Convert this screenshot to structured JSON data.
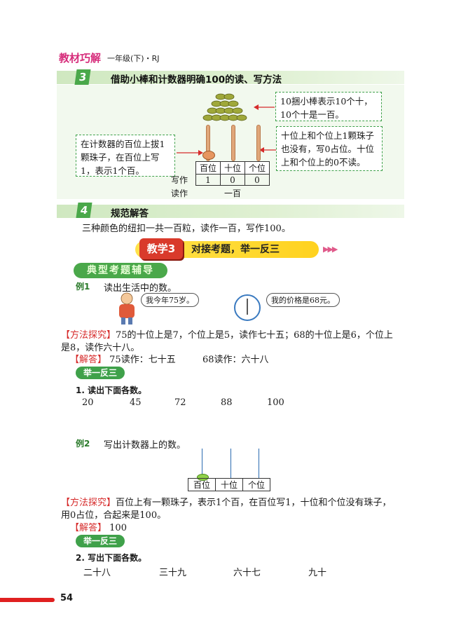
{
  "header": {
    "title": "教材巧解",
    "subtitle": "一年级(下)・RJ"
  },
  "section3": {
    "number": "3",
    "title": "借助小棒和计数器明确100的读、写方法",
    "callout_sticks": "10捆小棒表示10个十，10个十是一百。",
    "callout_left": "在计数器的百位上拔1颗珠子，在百位上写1，表示1个百。",
    "callout_right": "十位上和个位上1颗珠子也没有，写0占位。十位上和个位上的0不读。",
    "table": {
      "headers": [
        "百位",
        "十位",
        "个位"
      ],
      "write_label": "写作",
      "write_values": [
        "1",
        "0",
        "0"
      ],
      "read_label": "读作",
      "read_value": "一百"
    }
  },
  "section4": {
    "number": "4",
    "title": "规范解答",
    "answer": "三种颜色的纽扣一共一百粒，读作一百，写作100。"
  },
  "banner": {
    "tag": "教学3",
    "text": "对接考题，举一反三",
    "arrows": "▶▶▶"
  },
  "typical": {
    "label": "典型考题辅导"
  },
  "example1": {
    "label": "例1",
    "prompt": "读出生活中的数。",
    "bubble_age": "我今年75岁。",
    "bubble_price": "我的价格是68元。",
    "method_label": "【方法探究】",
    "method_text_1": "75的十位上是7，个位上是5，读作七十五；68的十位上是6，个位上",
    "method_text_2": "是8，读作六十八。",
    "answer_label": "【解答】",
    "answer_1": "75读作：七十五",
    "answer_2": "68读作：六十八"
  },
  "practice1": {
    "pill": "举一反三",
    "question": "1. 读出下面各数。",
    "numbers": [
      "20",
      "45",
      "72",
      "88",
      "100"
    ]
  },
  "example2": {
    "label": "例2",
    "prompt": "写出计数器上的数。",
    "headers": [
      "百位",
      "十位",
      "个位"
    ],
    "method_label": "【方法探究】",
    "method_text_1": "百位上有一颗珠子，表示1个百，在百位写1，十位和个位没有珠子，",
    "method_text_2": "用0占位，合起来是100。",
    "answer_label": "【解答】",
    "answer": "100"
  },
  "practice2": {
    "pill": "举一反三",
    "question": "2. 写出下面各数。",
    "words": [
      "二十八",
      "三十九",
      "六十七",
      "九十"
    ]
  },
  "footer": {
    "page": "54"
  },
  "colors": {
    "accent_green": "#3fa14a",
    "header_pink": "#d62b7a",
    "red": "#d62b2b",
    "banner_yellow": "#ffd21f"
  }
}
